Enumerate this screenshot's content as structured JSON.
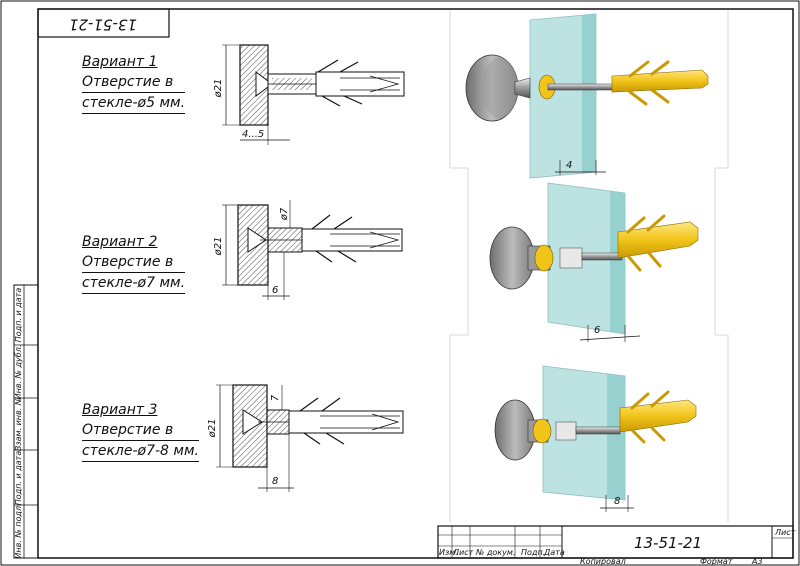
{
  "stamp_code": "13-51-21",
  "title_block": {
    "code": "13-51-21",
    "sheet_label": "Лист",
    "copied_label": "Копировал",
    "format_label": "Формат",
    "format_value": "А3",
    "columns": [
      "Изм.",
      "Лист",
      "№ докум.",
      "Подп.",
      "Дата"
    ]
  },
  "side_strip": [
    "Инв. № подл.",
    "Подп. и дата",
    "Взам. инв. №",
    "Инв. № дубл.",
    "Подп. и дата"
  ],
  "variants": [
    {
      "title": "Вариант 1",
      "line2": "Отверстие в",
      "line3": "стекле-ø5 мм.",
      "dia": "ø21",
      "hole": "",
      "offset": "4...5"
    },
    {
      "title": "Вариант 2",
      "line2": "Отверстие в",
      "line3": "стекле-ø7 мм.",
      "dia": "ø21",
      "hole": "ø7",
      "offset": "6"
    },
    {
      "title": "Вариант 3",
      "line2": "Отверстие в",
      "line3": "стекле-ø7-8 мм.",
      "dia": "ø21",
      "hole": "7",
      "offset": "8"
    }
  ],
  "glass_dims": [
    "4",
    "6",
    "8"
  ],
  "colors": {
    "glass": "#a6d9d8",
    "dowel": "#f1c419",
    "cap": "#8f8f8f",
    "line": "#111111"
  }
}
